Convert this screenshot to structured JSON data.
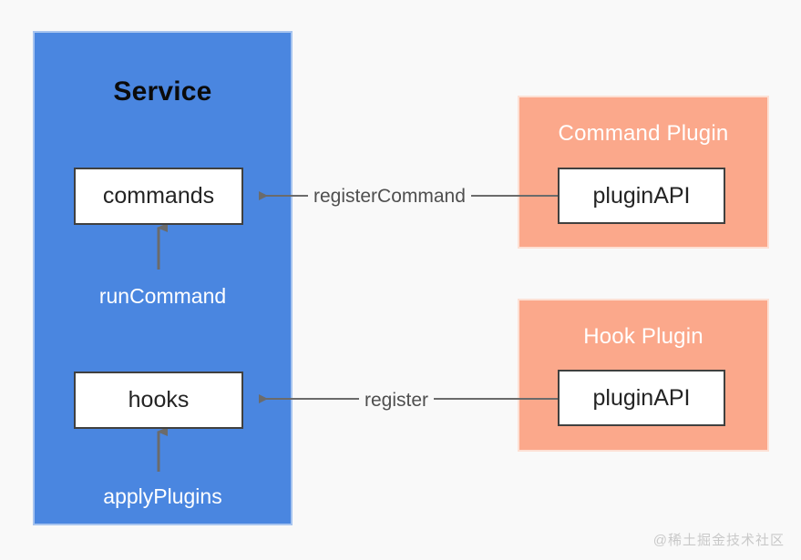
{
  "diagram": {
    "background_color": "#f9f9f9",
    "service": {
      "title": "Service",
      "color": "#4a86e0",
      "nodes": {
        "commands": "commands",
        "hooks": "hooks"
      },
      "labels": {
        "run_command": "runCommand",
        "apply_plugins": "applyPlugins"
      }
    },
    "command_plugin": {
      "title": "Command Plugin",
      "color": "#fba88b",
      "node": "pluginAPI"
    },
    "hook_plugin": {
      "title": "Hook Plugin",
      "color": "#fba88b",
      "node": "pluginAPI"
    },
    "edges": [
      {
        "label": "registerCommand",
        "from": "pluginAPI",
        "to": "commands"
      },
      {
        "label": "register",
        "from": "pluginAPI",
        "to": "hooks"
      },
      {
        "label": "runCommand",
        "from": "service",
        "to": "commands"
      },
      {
        "label": "applyPlugins",
        "from": "service",
        "to": "hooks"
      }
    ],
    "watermark": "@稀土掘金技术社区",
    "arrow_color": "#6b6b6b"
  }
}
